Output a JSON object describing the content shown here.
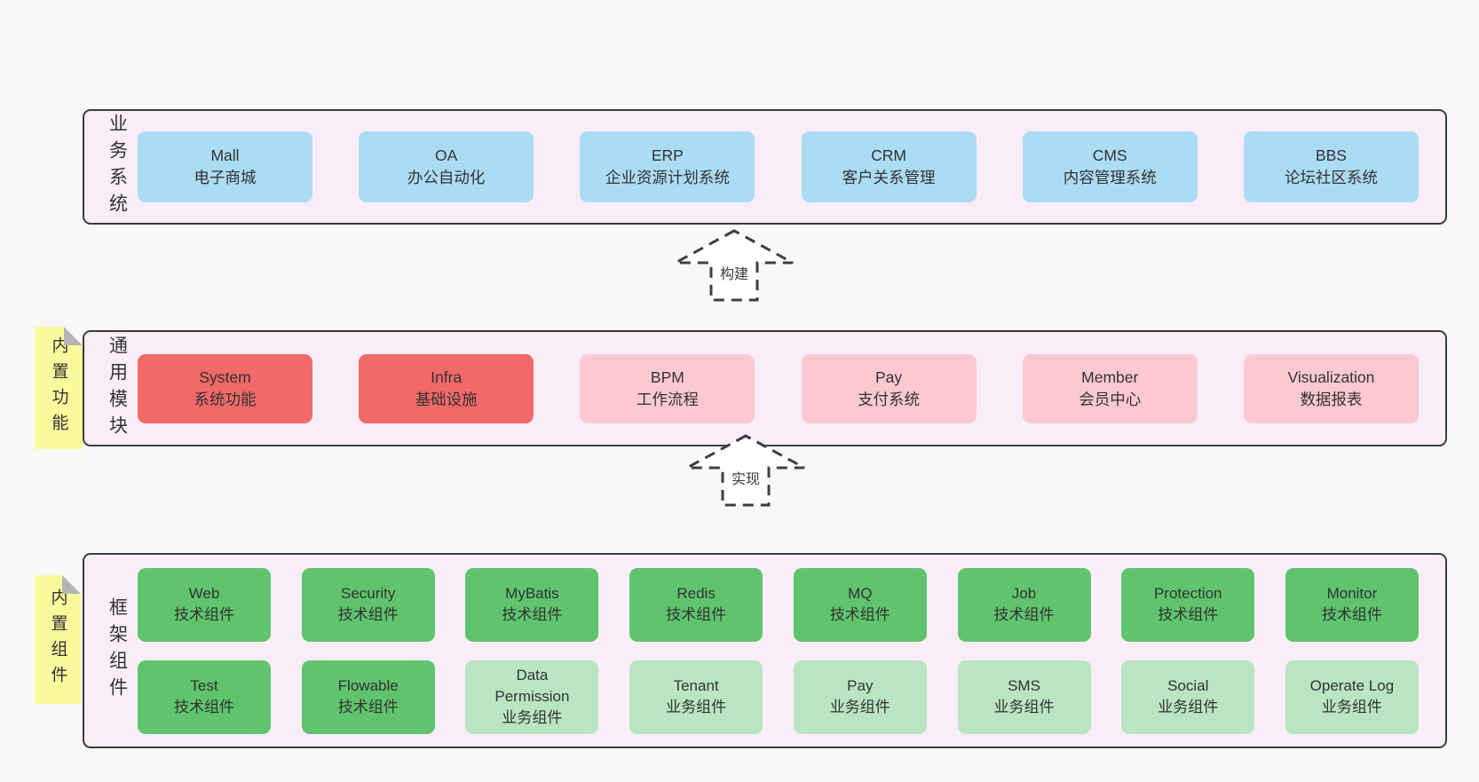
{
  "diagram": {
    "colors": {
      "page_bg": "#f8f8f8",
      "frame_bg": "#f9eef8",
      "frame_border": "#3c3c3c",
      "business_box": "#abdcf4",
      "core_module_box": "#f2696a",
      "optional_module_box": "#fcc9d3",
      "tech_component_box": "#5fc46d",
      "biz_component_box": "#b9e5c1",
      "sticky_note": "#fbf99d",
      "arrow_stroke": "#3f3f3f"
    },
    "arrows": [
      {
        "label": "构建"
      },
      {
        "label": "实现"
      }
    ],
    "sections": {
      "business": {
        "label": "业务系统",
        "boxes": [
          {
            "name": "Mall",
            "desc": "电子商城"
          },
          {
            "name": "OA",
            "desc": "办公自动化"
          },
          {
            "name": "ERP",
            "desc": "企业资源计划系统"
          },
          {
            "name": "CRM",
            "desc": "客户关系管理"
          },
          {
            "name": "CMS",
            "desc": "内容管理系统"
          },
          {
            "name": "BBS",
            "desc": "论坛社区系统"
          }
        ]
      },
      "common": {
        "label": "通用模块",
        "sticky": "内置功能",
        "boxes": [
          {
            "name": "System",
            "desc": "系统功能",
            "emphasis": true
          },
          {
            "name": "Infra",
            "desc": "基础设施",
            "emphasis": true
          },
          {
            "name": "BPM",
            "desc": "工作流程",
            "emphasis": false
          },
          {
            "name": "Pay",
            "desc": "支付系统",
            "emphasis": false
          },
          {
            "name": "Member",
            "desc": "会员中心",
            "emphasis": false
          },
          {
            "name": "Visualization",
            "desc": "数据报表",
            "emphasis": false
          }
        ]
      },
      "framework": {
        "label": "框架组件",
        "sticky": "内置组件",
        "row1": [
          {
            "name": "Web",
            "desc": "技术组件"
          },
          {
            "name": "Security",
            "desc": "技术组件"
          },
          {
            "name": "MyBatis",
            "desc": "技术组件"
          },
          {
            "name": "Redis",
            "desc": "技术组件"
          },
          {
            "name": "MQ",
            "desc": "技术组件"
          },
          {
            "name": "Job",
            "desc": "技术组件"
          },
          {
            "name": "Protection",
            "desc": "技术组件"
          },
          {
            "name": "Monitor",
            "desc": "技术组件"
          }
        ],
        "row2": [
          {
            "name": "Test",
            "desc": "技术组件"
          },
          {
            "name": "Flowable",
            "desc": "技术组件"
          },
          {
            "name": "Data Permission",
            "desc": "业务组件"
          },
          {
            "name": "Tenant",
            "desc": "业务组件"
          },
          {
            "name": "Pay",
            "desc": "业务组件"
          },
          {
            "name": "SMS",
            "desc": "业务组件"
          },
          {
            "name": "Social",
            "desc": "业务组件"
          },
          {
            "name": "Operate Log",
            "desc": "业务组件"
          }
        ]
      }
    }
  }
}
